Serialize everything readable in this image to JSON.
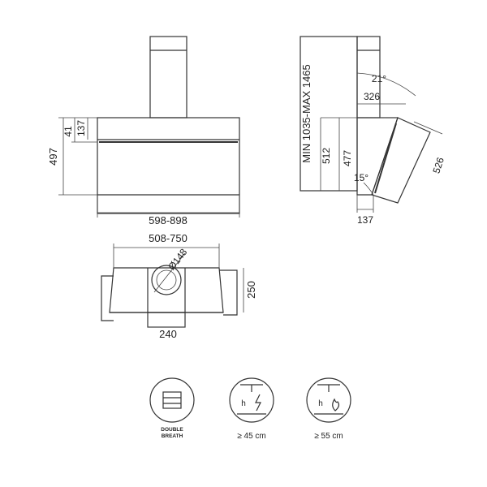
{
  "front_view": {
    "height_total": "497",
    "height_small": "41",
    "height_137": "137",
    "width_range": "598-898"
  },
  "side_view": {
    "chimney_range": "MIN 1035-MAX 1465",
    "angle_top": "21°",
    "depth_326": "326",
    "height_512": "512",
    "height_477": "477",
    "angle_bottom": "15°",
    "panel_526": "526",
    "depth_137": "137"
  },
  "top_view": {
    "width_range": "508-750",
    "duct_diameter": "Ø148",
    "depth_250": "250",
    "width_240": "240"
  },
  "features": [
    {
      "icon": "double-breath-icon",
      "label_line1": "DOUBLE",
      "label_line2": "BREATH"
    },
    {
      "icon": "electric-hob-distance-icon",
      "label": "≥ 45 cm"
    },
    {
      "icon": "gas-hob-distance-icon",
      "label": "≥ 55 cm"
    }
  ],
  "colors": {
    "line": "#333333",
    "background": "#ffffff"
  }
}
